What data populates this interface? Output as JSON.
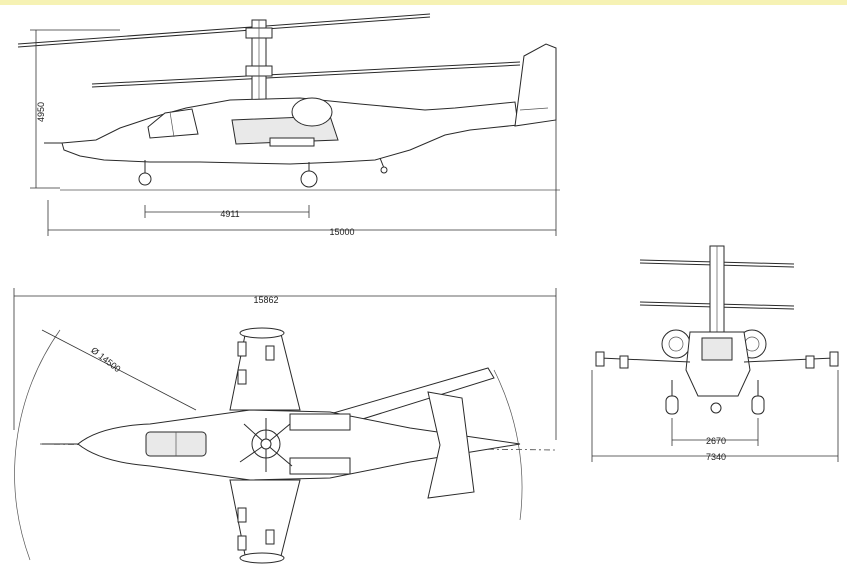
{
  "dimensions": {
    "side_height": "4950",
    "side_wheelbase": "4911",
    "side_length": "15000",
    "top_length": "15862",
    "rotor_diameter": "Ø 14500",
    "front_track": "2670",
    "front_span": "7340"
  },
  "colors": {
    "line": "#2a2a2a",
    "background": "#ffffff",
    "top_strip": "#f6f2b4"
  }
}
